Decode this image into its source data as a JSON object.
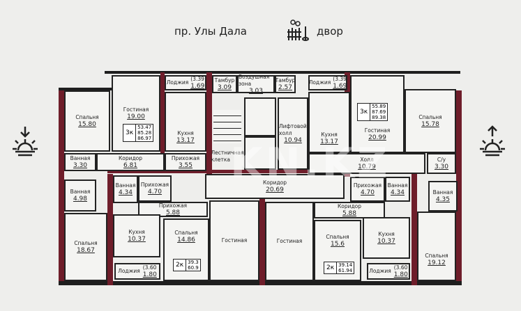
{
  "header": {
    "street": "пр. Улы Дала",
    "yard": "двор",
    "yard_icon": "yard-fence-tree-icon"
  },
  "orientation": {
    "left_icon": "sunrise-arrow-down-icon",
    "right_icon": "sunset-arrow-up-icon"
  },
  "colors": {
    "exterior_wall": "#6e1d2a",
    "interior_wall": "#1e1e1e",
    "bathroom_fixture": "#1a2b66"
  },
  "watermark": "KN.KZ",
  "apartments": {
    "upper_left": {
      "type": "3к",
      "areas": [
        "53.47",
        "85.28",
        "86.97"
      ],
      "rooms": [
        {
          "name": "Спальня",
          "area": "15.80"
        },
        {
          "name": "Гостиная",
          "area": "19.00"
        },
        {
          "name": "Лоджия",
          "area": "1.69",
          "gross": "(3.39"
        },
        {
          "name": "Кухня",
          "area": "13.17"
        },
        {
          "name": "Ванная",
          "area": "3.30"
        },
        {
          "name": "Коридор",
          "area": "6.81"
        },
        {
          "name": "Прихожая",
          "area": "3.55"
        }
      ]
    },
    "upper_right": {
      "type": "3к",
      "areas": [
        "55.89",
        "87.69",
        "89.38"
      ],
      "rooms": [
        {
          "name": "Лоджия",
          "area": "1.69",
          "gross": "(3.39"
        },
        {
          "name": "Кухня",
          "area": "13.17"
        },
        {
          "name": "Гостиная",
          "area": "20.99"
        },
        {
          "name": "Спальня",
          "area": "15.78"
        },
        {
          "name": "Холл",
          "area": "10.79"
        },
        {
          "name": "С/у",
          "area": "3.30"
        }
      ]
    },
    "lower_left": {
      "type": "2к",
      "areas": [
        "39.3",
        "60.9"
      ],
      "rooms": [
        {
          "name": "Ванная",
          "area": "4.98"
        },
        {
          "name": "Спальня",
          "area": "18.67"
        },
        {
          "name": "Ванная",
          "area": "4.34"
        },
        {
          "name": "Прихожая",
          "area": "4.70"
        },
        {
          "name": "Прихожая",
          "area": "5.88"
        },
        {
          "name": "Кухня",
          "area": "10.37"
        },
        {
          "name": "Лоджия",
          "area": "1.80",
          "gross": "(3.60"
        },
        {
          "name": "Спальня",
          "area": "14.86"
        },
        {
          "name": "Гостиная",
          "area": ""
        }
      ]
    },
    "lower_right": {
      "type": "2к",
      "areas": [
        "39.14",
        "61.94"
      ],
      "rooms": [
        {
          "name": "Гостиная",
          "area": ""
        },
        {
          "name": "Спальня",
          "area": "15.6"
        },
        {
          "name": "Прихожая",
          "area": "4.70"
        },
        {
          "name": "Ванная",
          "area": "4.34"
        },
        {
          "name": "Коридор",
          "area": "5.88"
        },
        {
          "name": "Кухня",
          "area": "10.37"
        },
        {
          "name": "Лоджия",
          "area": "1.80",
          "gross": "(3.60"
        },
        {
          "name": "Ванная",
          "area": "4.35"
        },
        {
          "name": "Спальня",
          "area": "19.12"
        }
      ]
    }
  },
  "common": [
    {
      "name": "Тамбур",
      "area": "3.09"
    },
    {
      "name": "Воздушная зона",
      "area": "3.03"
    },
    {
      "name": "Тамбур",
      "area": "2.57"
    },
    {
      "name": "Лестничная клетка",
      "area": ""
    },
    {
      "name": "Лифтовой холл",
      "area": "10.94"
    },
    {
      "name": "Коридор",
      "area": "20.69"
    }
  ]
}
